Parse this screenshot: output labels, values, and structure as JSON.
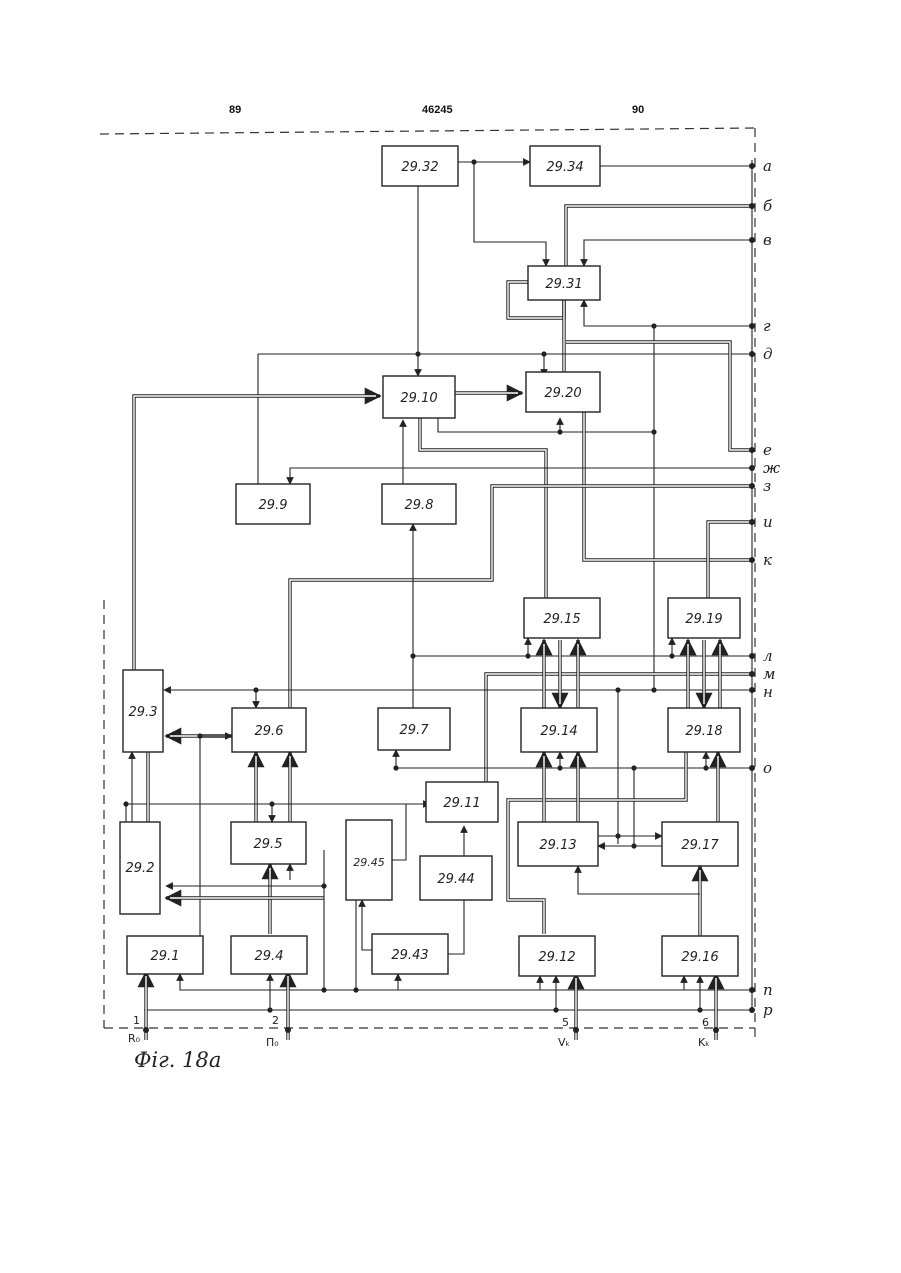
{
  "header": {
    "left_page": "89",
    "patent_no": "46245",
    "right_page": "90"
  },
  "blocks": {
    "b2932": "29.32",
    "b2934": "29.34",
    "b2931": "29.31",
    "b2910": "29.10",
    "b2920": "29.20",
    "b299": "29.9",
    "b298": "29.8",
    "b2915": "29.15",
    "b2919": "29.19",
    "b293": "29.3",
    "b296": "29.6",
    "b297": "29.7",
    "b2914": "29.14",
    "b2918": "29.18",
    "b2911": "29.11",
    "b292": "29.2",
    "b295": "29.5",
    "b2945": "29.45",
    "b2944": "29.44",
    "b2913": "29.13",
    "b2917": "29.17",
    "b291": "29.1",
    "b294": "29.4",
    "b2943": "29.43",
    "b2912": "29.12",
    "b2916": "29.16"
  },
  "outputs": [
    "а",
    "б",
    "в",
    "г",
    "д",
    "е",
    "ж",
    "з",
    "и",
    "к",
    "л",
    "м",
    "н",
    "о",
    "п",
    "р"
  ],
  "inputs": {
    "in1_num": "1",
    "in1_sym": "R₀",
    "in2_num": "2",
    "in2_sym": "П₀",
    "in5_num": "5",
    "in5_sym": "Vₖ",
    "in6_num": "6",
    "in6_sym": "Kₖ"
  },
  "caption": "Фіг. 18а"
}
